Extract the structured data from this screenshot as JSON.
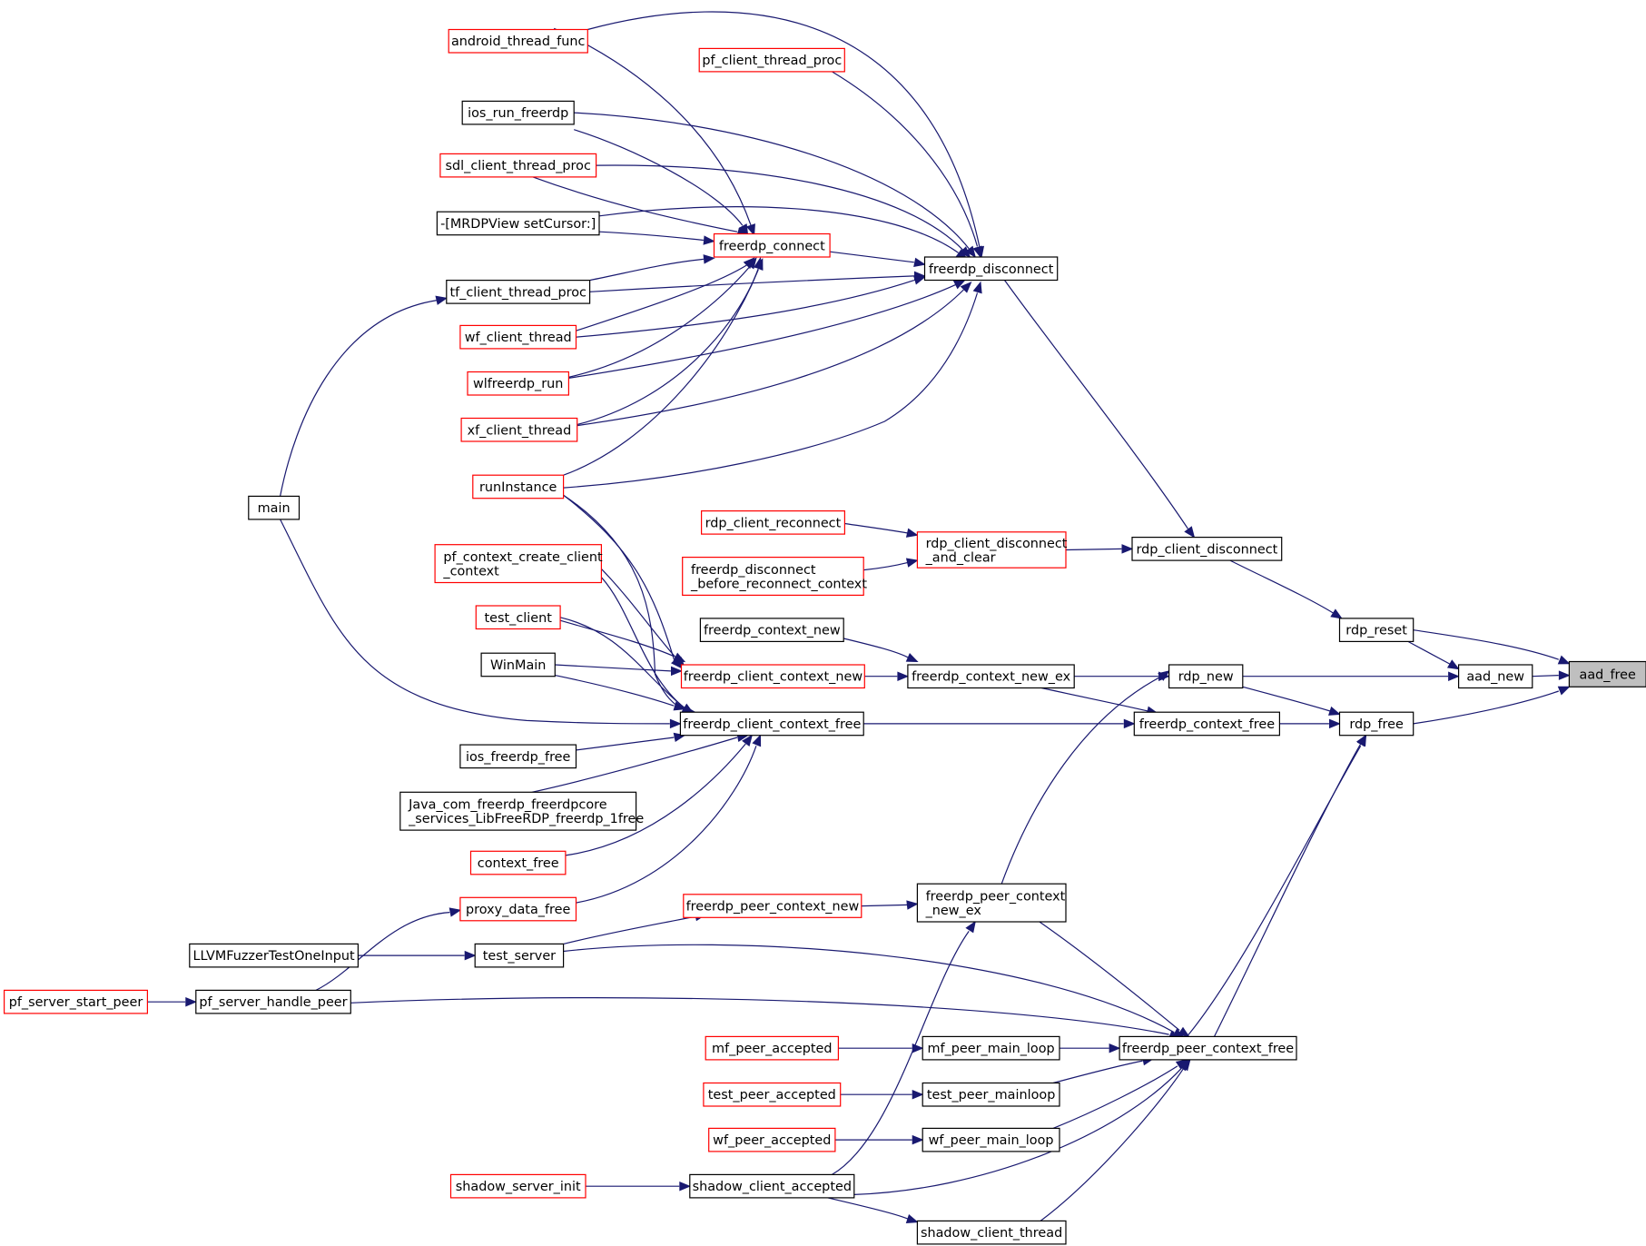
{
  "colors": {
    "edge": "#191970",
    "border_black": "#000000",
    "border_red": "#ff0000",
    "root_fill": "#bfbfbf"
  },
  "nodes": {
    "aad_free": "aad_free",
    "aad_new": "aad_new",
    "rdp_reset": "rdp_reset",
    "rdp_free": "rdp_free",
    "rdp_new": "rdp_new",
    "rdp_client_disconnect": "rdp_client_disconnect",
    "freerdp_context_free": "freerdp_context_free",
    "freerdp_peer_context_free": "freerdp_peer_context_free",
    "freerdp_disconnect": "freerdp_disconnect",
    "rdp_client_disconnect_and_clear": [
      "rdp_client_disconnect",
      "_and_clear"
    ],
    "freerdp_context_new_ex": "freerdp_context_new_ex",
    "freerdp_peer_context_new_ex": [
      "freerdp_peer_context",
      "_new_ex"
    ],
    "freerdp_client_context_free": "freerdp_client_context_free",
    "mf_peer_main_loop": "mf_peer_main_loop",
    "test_peer_mainloop": "test_peer_mainloop",
    "wf_peer_main_loop": "wf_peer_main_loop",
    "shadow_client_thread": "shadow_client_thread",
    "shadow_client_accepted": "shadow_client_accepted",
    "android_thread_func": "android_thread_func",
    "pf_client_thread_proc": "pf_client_thread_proc",
    "ios_run_freerdp": "ios_run_freerdp",
    "sdl_client_thread_proc": "sdl_client_thread_proc",
    "mrdpview_setcursor": "-[MRDPView setCursor:]",
    "freerdp_connect": "freerdp_connect",
    "tf_client_thread_proc": "tf_client_thread_proc",
    "wf_client_thread": "wf_client_thread",
    "wlfreerdp_run": "wlfreerdp_run",
    "xf_client_thread": "xf_client_thread",
    "runInstance": "runInstance",
    "main": "main",
    "rdp_client_reconnect": "rdp_client_reconnect",
    "freerdp_disconnect_before_reconnect_context": [
      "freerdp_disconnect",
      "_before_reconnect_context"
    ],
    "pf_context_create_client_context": [
      "pf_context_create_client",
      "_context"
    ],
    "test_client": "test_client",
    "WinMain": "WinMain",
    "freerdp_context_new": "freerdp_context_new",
    "freerdp_client_context_new": "freerdp_client_context_new",
    "ios_freerdp_free": "ios_freerdp_free",
    "java_free": [
      "Java_com_freerdp_freerdpcore",
      "_services_LibFreeRDP_freerdp_1free"
    ],
    "context_free": "context_free",
    "proxy_data_free": "proxy_data_free",
    "freerdp_peer_context_new": "freerdp_peer_context_new",
    "LLVMFuzzerTestOneInput": "LLVMFuzzerTestOneInput",
    "test_server": "test_server",
    "pf_server_start_peer": "pf_server_start_peer",
    "pf_server_handle_peer": "pf_server_handle_peer",
    "mf_peer_accepted": "mf_peer_accepted",
    "test_peer_accepted": "test_peer_accepted",
    "wf_peer_accepted": "wf_peer_accepted",
    "shadow_server_init": "shadow_server_init"
  }
}
